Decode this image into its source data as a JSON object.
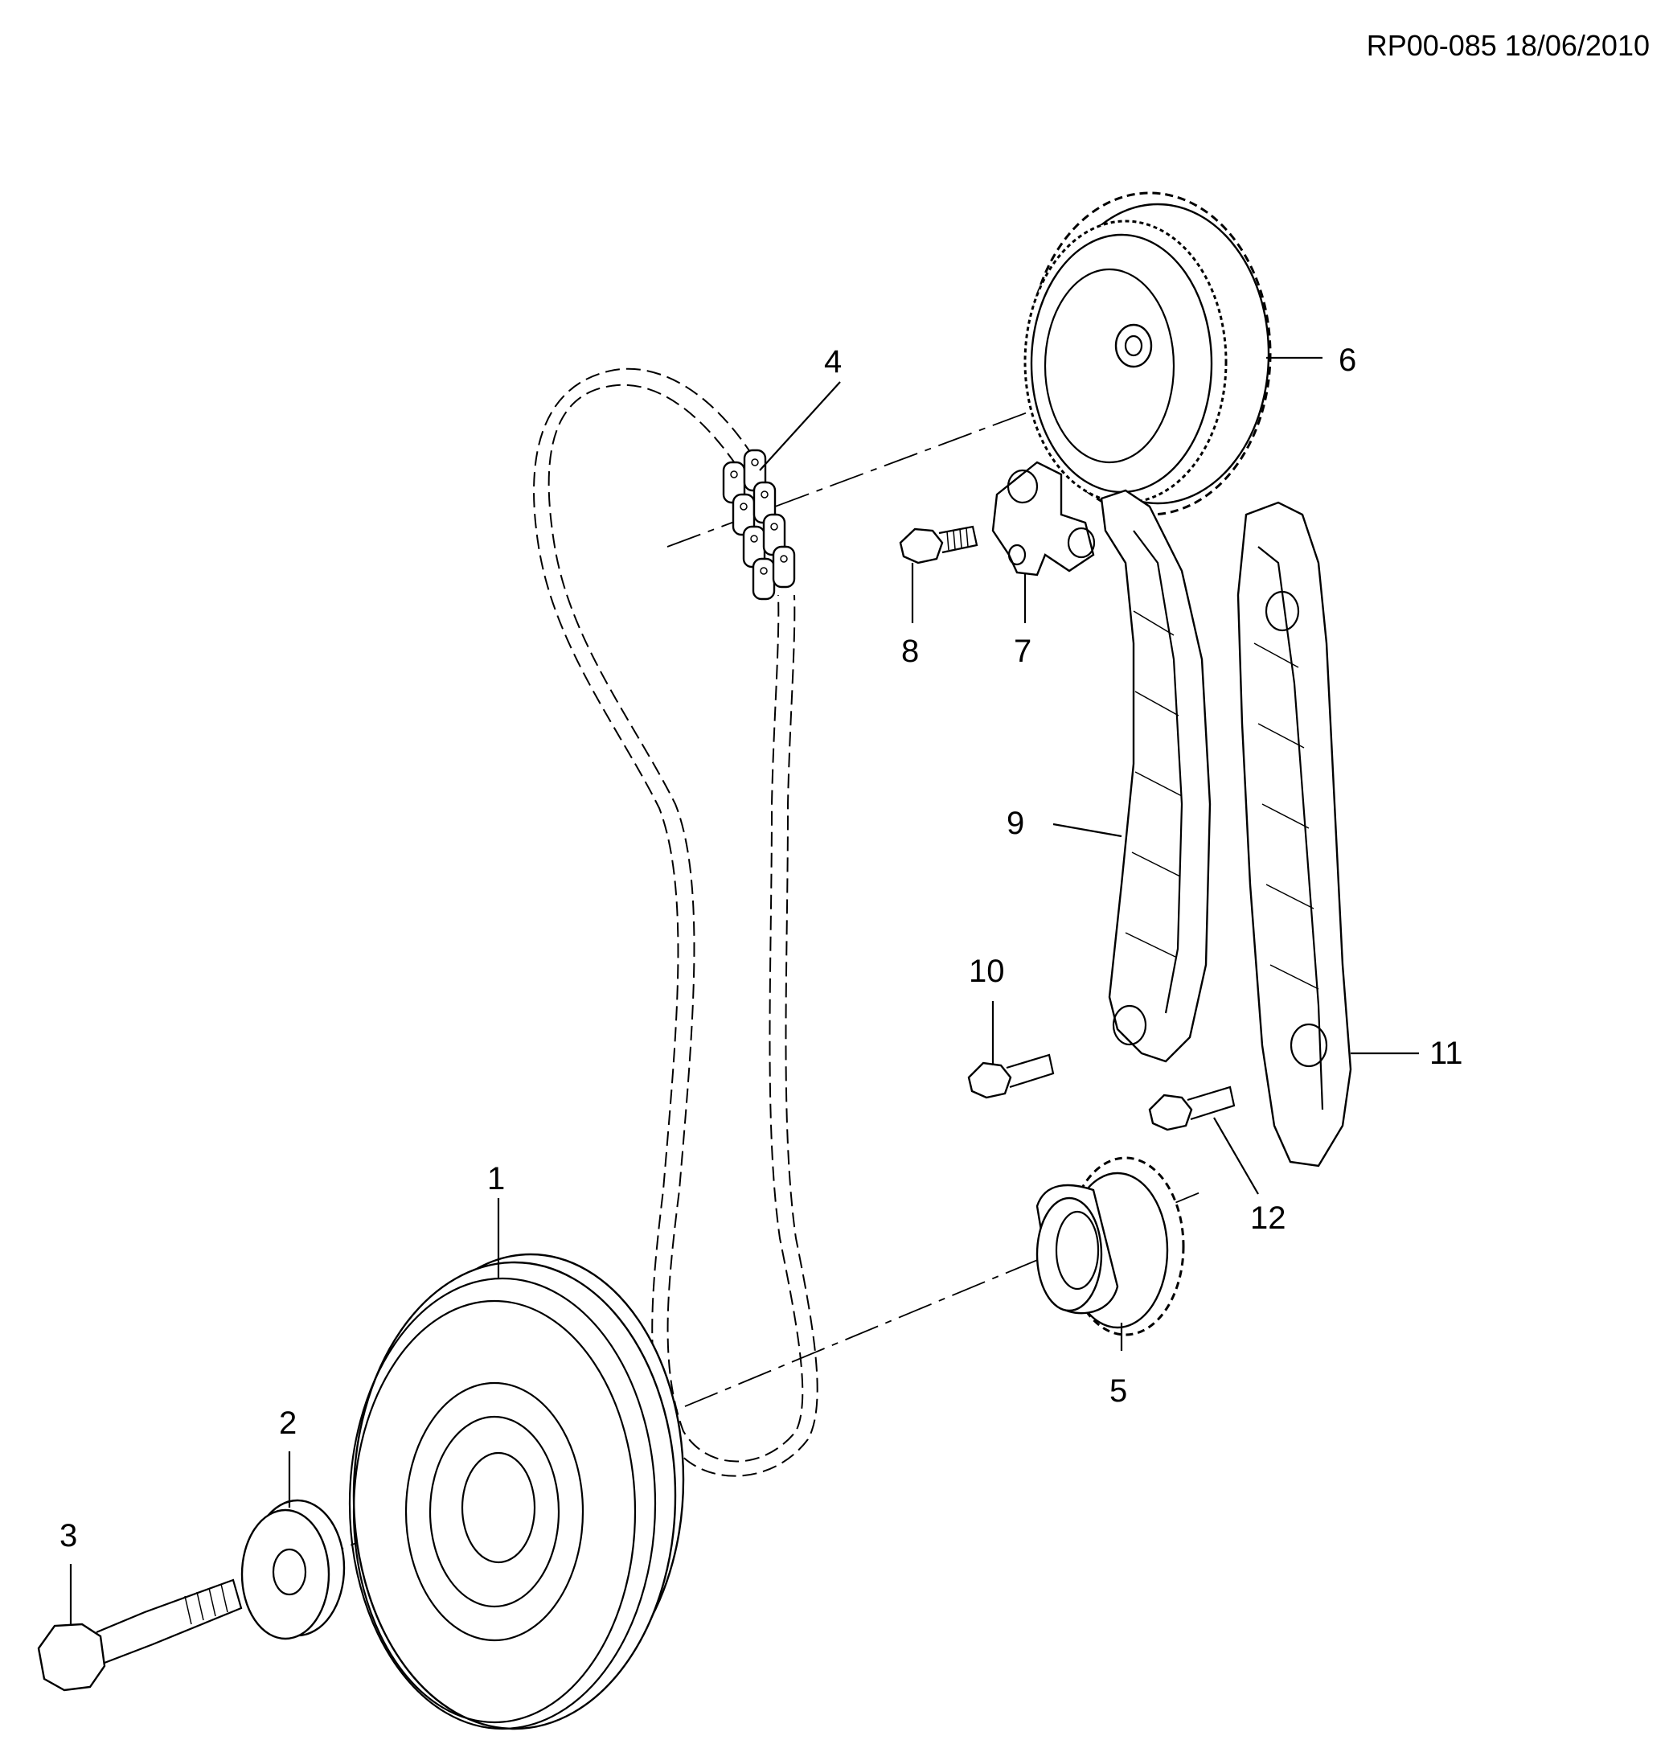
{
  "document_ref": "RP00-085 18/06/2010",
  "callouts": [
    {
      "id": "1",
      "text": "1"
    },
    {
      "id": "2",
      "text": "2"
    },
    {
      "id": "3",
      "text": "3"
    },
    {
      "id": "4",
      "text": "4"
    },
    {
      "id": "5",
      "text": "5"
    },
    {
      "id": "6",
      "text": "6"
    },
    {
      "id": "7",
      "text": "7"
    },
    {
      "id": "8",
      "text": "8"
    },
    {
      "id": "9",
      "text": "9"
    },
    {
      "id": "10",
      "text": "10"
    },
    {
      "id": "11",
      "text": "11"
    },
    {
      "id": "12",
      "text": "12"
    }
  ]
}
